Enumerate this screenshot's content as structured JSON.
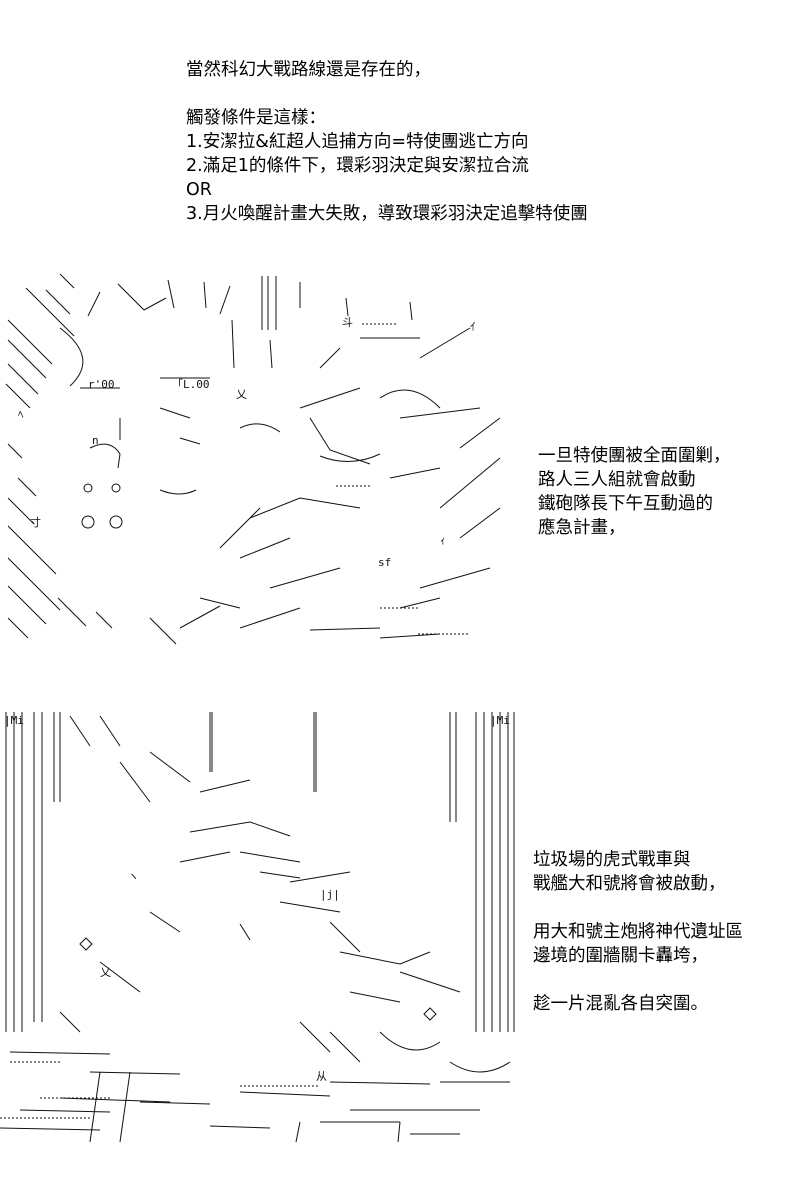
{
  "intro": {
    "lines": [
      "當然科幻大戰路線還是存在的，",
      "",
      "觸發條件是這樣：",
      "1.安潔拉&紅超人追捕方向=特使團逃亡方向",
      "2.滿足1的條件下，環彩羽決定與安潔拉合流",
      "OR",
      "3.月火喚醒計畫大失敗，導致環彩羽決定追擊特使團"
    ]
  },
  "caption_a": {
    "lines": [
      "一旦特使團被全面圍剿，",
      "路人三人組就會啟動",
      "鐵砲隊長下午互動過的",
      "應急計畫，"
    ]
  },
  "caption_b": {
    "lines": [
      "垃圾場的虎式戰車與",
      "戰艦大和號將會被啟動，",
      "",
      "用大和號主炮將神代遺址區",
      "邊境的圍牆關卡轟垮，",
      "",
      "趁一片混亂各自突圍。"
    ]
  },
  "art_a": {
    "glyphs": [
      "ｲ",
      "斗",
      "ｨ",
      "r'00",
      "「L.00",
      "ﾍ",
      "乂",
      "n",
      "sf",
      "寸"
    ]
  },
  "art_b": {
    "glyphs": [
      "|Mi",
      "ヽ",
      "乂",
      "◇",
      "|j|",
      "从"
    ]
  }
}
